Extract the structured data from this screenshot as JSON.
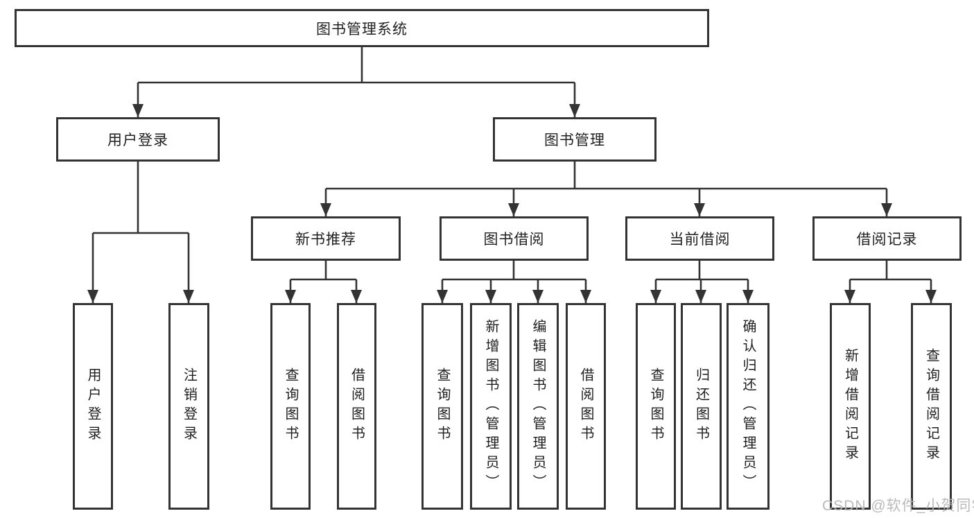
{
  "diagram": {
    "root": {
      "label": "图书管理系统"
    },
    "branches": [
      {
        "label": "用户登录",
        "children": [
          {
            "label": "用户登录"
          },
          {
            "label": "注销登录"
          }
        ]
      },
      {
        "label": "图书管理",
        "children": [
          {
            "label": "新书推荐",
            "children": [
              {
                "label": "查询图书"
              },
              {
                "label": "借阅图书"
              }
            ]
          },
          {
            "label": "图书借阅",
            "children": [
              {
                "label": "查询图书"
              },
              {
                "label": "新增图书（管理员）"
              },
              {
                "label": "编辑图书（管理员）"
              },
              {
                "label": "借阅图书"
              }
            ]
          },
          {
            "label": "当前借阅",
            "children": [
              {
                "label": "查询图书"
              },
              {
                "label": "归还图书"
              },
              {
                "label": "确认归还（管理员）"
              }
            ]
          },
          {
            "label": "借阅记录",
            "children": [
              {
                "label": "新增借阅记录"
              },
              {
                "label": "查询借阅记录"
              }
            ]
          }
        ]
      }
    ]
  },
  "watermark": {
    "text": "CSDN @软件_小贺同学"
  },
  "colors": {
    "line": "#333333",
    "box_border": "#333333",
    "text": "#1f1f1f",
    "background": "#ffffff",
    "watermark": "#b7b7b7"
  }
}
